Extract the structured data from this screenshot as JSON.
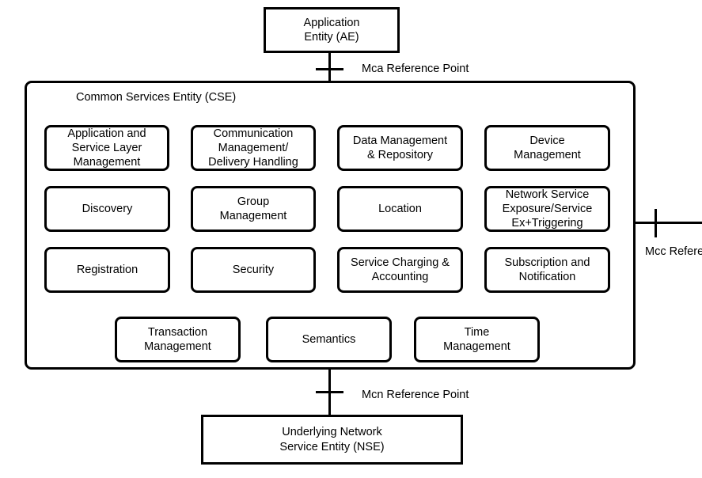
{
  "ae": {
    "label": "Application\nEntity (AE)"
  },
  "mca": {
    "label": "Mca Reference Point"
  },
  "cse": {
    "title": "Common Services Entity (CSE)",
    "functions": [
      "Application and\nService Layer\nManagement",
      "Communication\nManagement/\nDelivery Handling",
      "Data Management\n& Repository",
      "Device\nManagement",
      "Discovery",
      "Group\nManagement",
      "Location",
      "Network Service\nExposure/Service\nEx+Triggering",
      "Registration",
      "Security",
      "Service Charging &\nAccounting",
      "Subscription and\nNotification",
      "Transaction\nManagement",
      "Semantics",
      "Time\nManagement"
    ]
  },
  "mcc": {
    "label": "Mcc Refere"
  },
  "mcn": {
    "label": "Mcn Reference Point"
  },
  "nse": {
    "label": "Underlying Network\nService Entity (NSE)"
  }
}
